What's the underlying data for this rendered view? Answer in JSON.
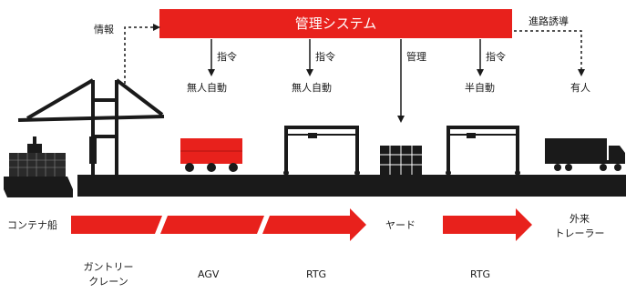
{
  "system": {
    "title": "管理システム"
  },
  "links": {
    "info": "情報",
    "route_guide": "進路誘導",
    "command": "指令",
    "manage": "管理"
  },
  "modes": {
    "agv": "無人自動",
    "rtg1": "無人自動",
    "rtg2": "半自動",
    "trailer": "有人"
  },
  "flow": {
    "ship": "コンテナ船",
    "yard": "ヤード",
    "trailer_line1": "外来",
    "trailer_line2": "トレーラー"
  },
  "equipment": {
    "crane_line1": "ガントリー",
    "crane_line2": "クレーン",
    "agv": "AGV",
    "rtg1": "RTG",
    "rtg2": "RTG"
  },
  "colors": {
    "accent": "#e8211c",
    "ink": "#1a1a1a"
  }
}
